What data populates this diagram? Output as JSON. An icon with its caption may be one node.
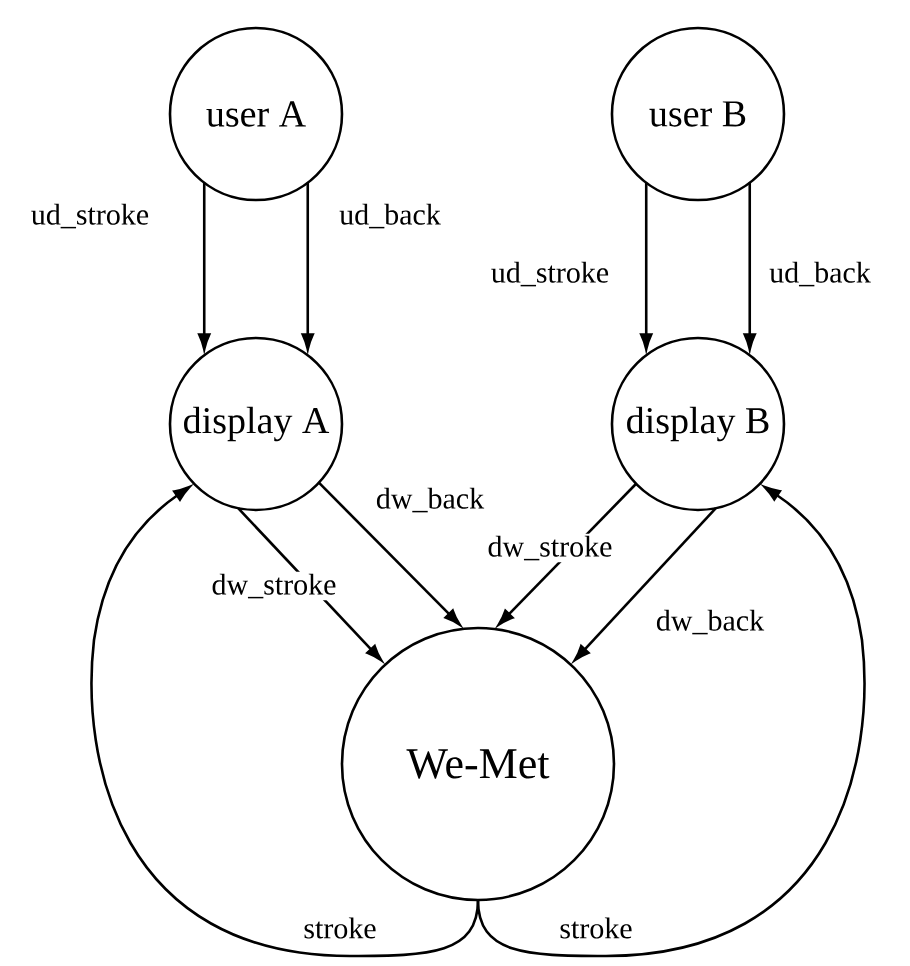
{
  "diagram": {
    "nodes": [
      {
        "text": [
          "user A"
        ]
      },
      {
        "text": [
          "user B"
        ]
      },
      {
        "text": [
          "display A"
        ]
      },
      {
        "text": [
          "display B"
        ]
      },
      {
        "text": [
          "We-Met"
        ]
      }
    ],
    "edges": [
      {
        "from": 0,
        "to": 2,
        "arrow": "to",
        "label": "ud_stroke"
      },
      {
        "from": 0,
        "to": 2,
        "arrow": "to",
        "label": "ud_back"
      },
      {
        "from": 1,
        "to": 3,
        "arrow": "to",
        "label": "ud_stroke"
      },
      {
        "from": 1,
        "to": 3,
        "arrow": "to",
        "label": "ud_back"
      },
      {
        "from": 2,
        "to": 4,
        "arrow": "to",
        "label": "dw_stroke"
      },
      {
        "from": 2,
        "to": 4,
        "arrow": "to",
        "label": "dw_back"
      },
      {
        "from": 3,
        "to": 4,
        "arrow": "to",
        "label": "dw_stroke"
      },
      {
        "from": 3,
        "to": 4,
        "arrow": "to",
        "label": "dw_back"
      },
      {
        "from": 4,
        "to": 2,
        "arrow": "to",
        "label": "stroke"
      },
      {
        "from": 4,
        "to": 3,
        "arrow": "to",
        "label": "stroke"
      }
    ]
  }
}
